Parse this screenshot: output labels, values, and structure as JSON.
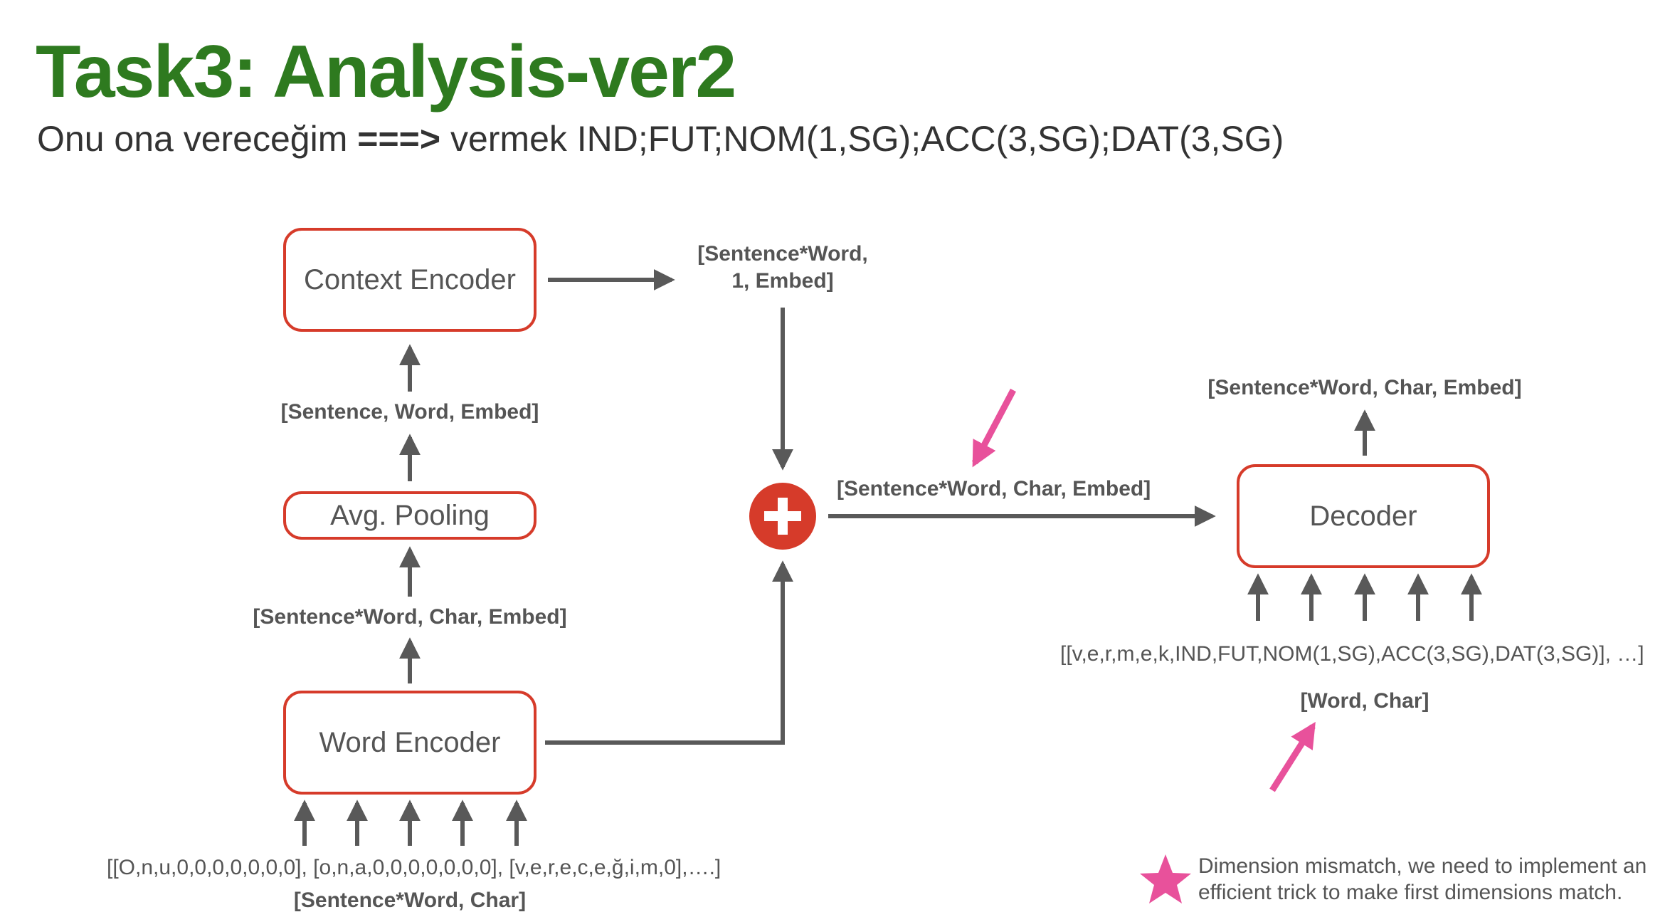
{
  "title": "Task3: Analysis-ver2",
  "subtitle": {
    "source": "Onu ona vereceğim",
    "arrow": "===>",
    "target": "vermek IND;FUT;NOM(1,SG);ACC(3,SG);DAT(3,SG)"
  },
  "boxes": {
    "context_encoder": "Context Encoder",
    "avg_pooling": "Avg. Pooling",
    "word_encoder": "Word Encoder",
    "decoder": "Decoder"
  },
  "labels": {
    "context_out_line1": "[Sentence*Word,",
    "context_out_line2": "1, Embed]",
    "pooling_out": "[Sentence, Word, Embed]",
    "word_encoder_out": "[Sentence*Word, Char, Embed]",
    "word_encoder_input_sequence": "[[O,n,u,0,0,0,0,0,0,0], [o,n,a,0,0,0,0,0,0,0], [v,e,r,e,c,e,ğ,i,m,0],….]",
    "word_encoder_input_shape": "[Sentence*Word, Char]",
    "combined": "[Sentence*Word, Char, Embed]",
    "decoder_out": "[Sentence*Word, Char, Embed]",
    "decoder_input_sequence": "[[v,e,r,m,e,k,IND,FUT,NOM(1,SG),ACC(3,SG),DAT(3,SG)], …]",
    "decoder_input_shape": "[Word, Char]"
  },
  "legend": {
    "note_line1": "Dimension mismatch, we need to implement an",
    "note_line2": "efficient trick to make first dimensions match."
  },
  "colors": {
    "title_green": "#2e7a1f",
    "box_border_red": "#d63b2a",
    "arrow_gray": "#595959",
    "marker_pink": "#e8519b"
  },
  "icons": {
    "add": "plus-circle-icon",
    "legend_marker": "star-icon"
  }
}
